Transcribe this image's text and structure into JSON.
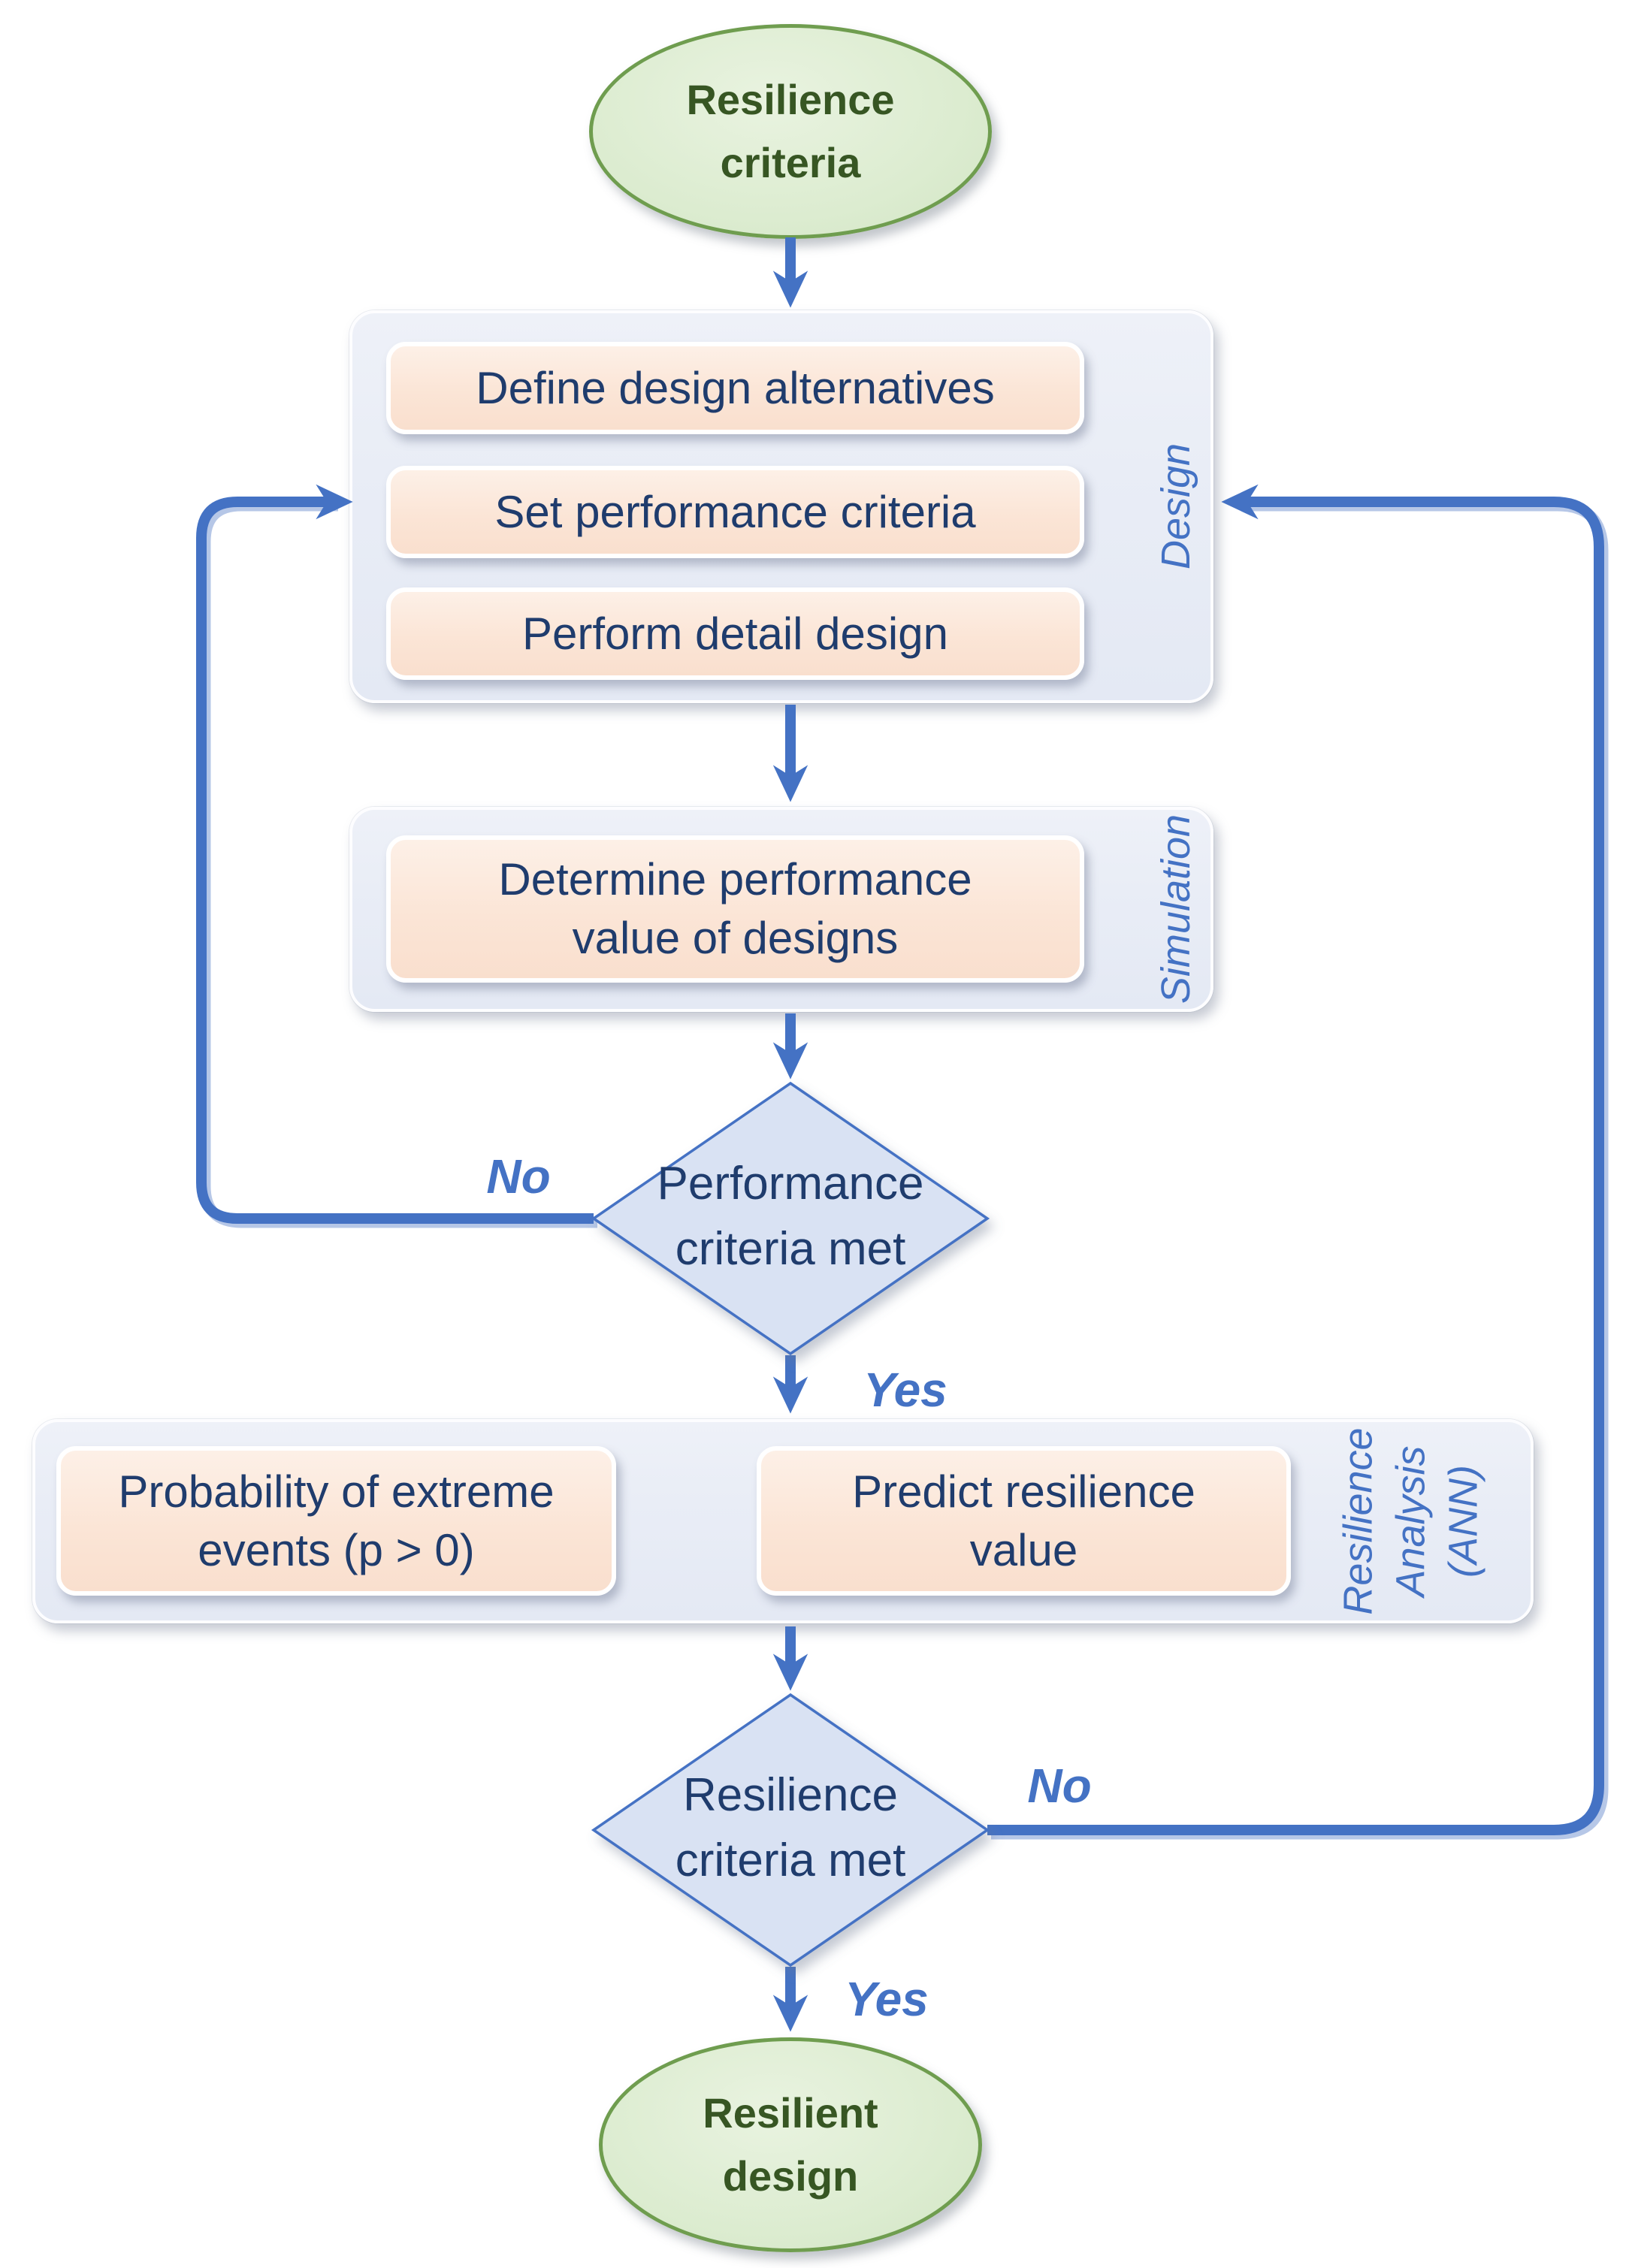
{
  "figure": {
    "type": "flowchart",
    "start": {
      "label": "Resilience\ncriteria"
    },
    "groups": {
      "design": {
        "label": "Design",
        "steps": [
          "Define design alternatives",
          "Set performance criteria",
          "Perform detail design"
        ]
      },
      "simulation": {
        "label": "Simulation",
        "steps": [
          "Determine performance\nvalue of designs"
        ]
      },
      "resilience_analysis": {
        "label": "Resilience\nAnalysis\n(ANN)",
        "steps": [
          "Probability of extreme\nevents (p > 0)",
          "Predict resilience\nvalue"
        ]
      }
    },
    "decisions": {
      "performance": {
        "label": "Performance\ncriteria met",
        "no": "No",
        "yes": "Yes"
      },
      "resilience": {
        "label": "Resilience\ncriteria met",
        "no": "No",
        "yes": "Yes"
      }
    },
    "end": {
      "label": "Resilient\ndesign"
    }
  },
  "colors": {
    "arrow": "#4472c4",
    "arrow_bevel": "#b6c7e7",
    "group_fill": "#e9edf6",
    "group_border": "#fdfdff",
    "step_fill": "#fbe5d6",
    "step_text": "#1f3c6d",
    "diamond_fill": "#d9e2f3",
    "diamond_border": "#4472c4",
    "ellipse_fill": "#dcecd0",
    "ellipse_border": "#6f9d4f",
    "ellipse_text": "#375623",
    "label_text": "#4472c4"
  }
}
